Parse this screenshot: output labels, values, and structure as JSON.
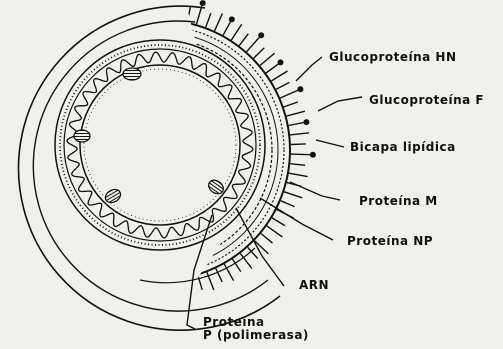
{
  "labels": {
    "hn": "Glucoproteína HN",
    "f": "Glucoproteína F",
    "bicapa": "Bicapa lipídica",
    "m": "Proteína M",
    "np": "Proteína NP",
    "arn": "ARN",
    "p_line1": "Proteína",
    "p_line2": "P (polimerasa)"
  },
  "colors": {
    "ink": "#111111",
    "paper": "#f1f1ec"
  }
}
